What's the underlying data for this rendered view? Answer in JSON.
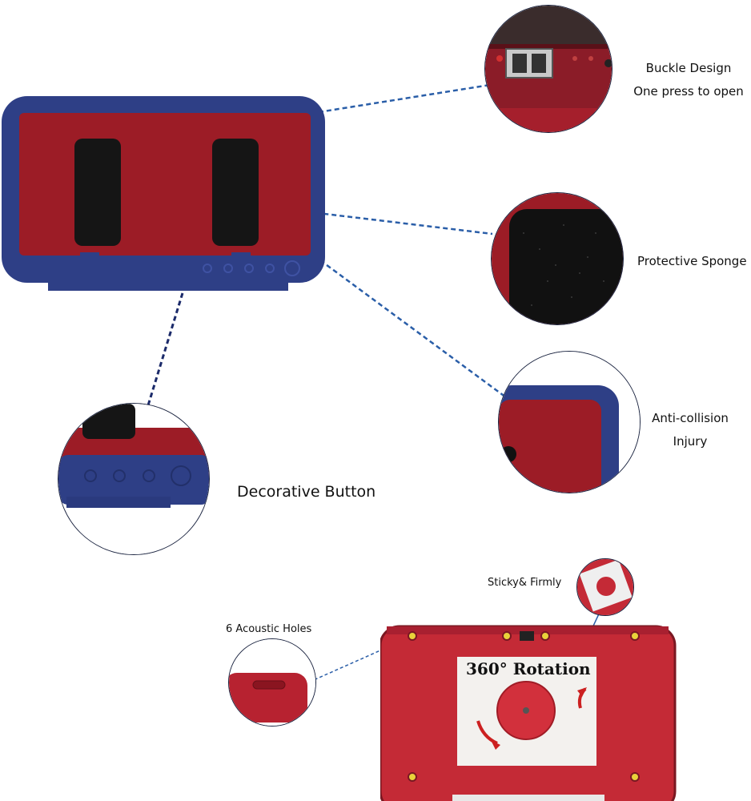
{
  "labels": {
    "buckle_line1": "Buckle Design",
    "buckle_line2": "One press to open",
    "sponge": "Protective Sponge",
    "collision_line1": "Anti-collision",
    "collision_line2": "Injury",
    "decorative": "Decorative Button",
    "sticky": "Sticky& Firmly",
    "acoustic": "6 Acoustic Holes",
    "rotation": "360° Rotation"
  },
  "colors": {
    "frame_blue": "#2e3f86",
    "inner_red": "#9c1c26",
    "sponge_black": "#151515",
    "back_red": "#c42a36",
    "dash_blue": "#2a5ea8"
  }
}
